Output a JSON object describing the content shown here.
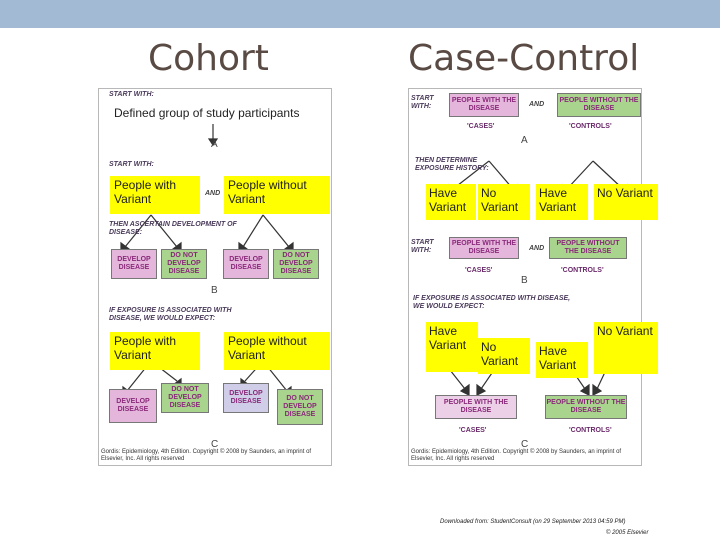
{
  "headings": {
    "cohort": "Cohort",
    "case_control": "Case-Control"
  },
  "cohort": {
    "start_with_1": "START WITH:",
    "defined_group": "Defined group of study participants",
    "letter_a": "A",
    "start_with_2": "START WITH:",
    "and": "AND",
    "yellow_with_1": "People with Variant",
    "yellow_without_1": "People without Variant",
    "ascertain": "THEN ASCERTAIN DEVELOPMENT OF DISEASE:",
    "develop": "DEVELOP DISEASE",
    "do_not_develop": "DO NOT DEVELOP DISEASE",
    "letter_b": "B",
    "expect": "IF EXPOSURE IS ASSOCIATED WITH DISEASE, WE WOULD EXPECT:",
    "yellow_with_2": "People with Variant",
    "yellow_without_2": "People without Variant",
    "letter_c": "C",
    "copyright": "Gordis: Epidemiology, 4th Edition. Copyright © 2008 by Saunders, an imprint of Elsevier, Inc. All rights reserved"
  },
  "case_control": {
    "start_with": "START WITH:",
    "people_with_disease": "PEOPLE WITH THE DISEASE",
    "and": "AND",
    "people_without_disease": "PEOPLE WITHOUT THE DISEASE",
    "cases": "'CASES'",
    "controls": "'CONTROLS'",
    "letter_a": "A",
    "exposure_history": "THEN DETERMINE EXPOSURE HISTORY:",
    "have_variant": "Have Variant",
    "no_variant": "No Variant",
    "letter_b": "B",
    "expect": "IF EXPOSURE IS ASSOCIATED WITH DISEASE, WE WOULD EXPECT:",
    "letter_c": "C",
    "copyright": "Gordis: Epidemiology, 4th Edition. Copyright © 2008 by Saunders, an imprint of Elsevier, Inc. All rights reserved"
  },
  "footer": {
    "downloaded": "Downloaded from: StudentConsult (on 29 September 2013 04:59 PM)",
    "elsevier": "© 2005 Elsevier"
  }
}
